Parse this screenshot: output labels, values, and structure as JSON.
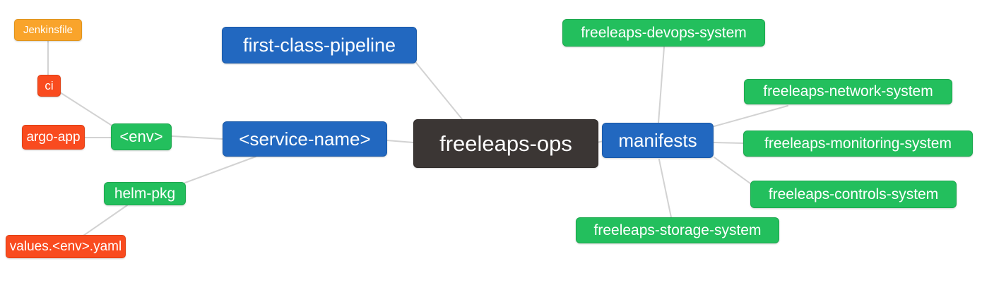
{
  "diagram": {
    "type": "mindmap",
    "root_node": "freeleaps-ops"
  },
  "colors": {
    "branch_blue": "#2268c0",
    "leaf_green": "#23bf5d",
    "leaf_red": "#f94b1f",
    "leaf_orange": "#f9a42b",
    "root_dark": "#3b3634",
    "connector_gray": "#d2d2d2",
    "node_text": "#ffffff",
    "background": "#ffffff"
  },
  "nodes": {
    "root": {
      "label": "freeleaps-ops"
    },
    "pipeline": {
      "label": "first-class-pipeline"
    },
    "service": {
      "label": "<service-name>"
    },
    "manifests": {
      "label": "manifests"
    },
    "env": {
      "label": "<env>"
    },
    "helm_pkg": {
      "label": "helm-pkg"
    },
    "ci": {
      "label": "ci"
    },
    "jenkinsfile": {
      "label": "Jenkinsfile"
    },
    "argo_app": {
      "label": "argo-app"
    },
    "values": {
      "label": "values.<env>.yaml"
    },
    "devops": {
      "label": "freeleaps-devops-system"
    },
    "network": {
      "label": "freeleaps-network-system"
    },
    "monitoring": {
      "label": "freeleaps-monitoring-system"
    },
    "controls": {
      "label": "freeleaps-controls-system"
    },
    "storage": {
      "label": "freeleaps-storage-system"
    }
  },
  "edges": [
    {
      "from": "jenkinsfile",
      "to": "ci"
    },
    {
      "from": "ci",
      "to": "env"
    },
    {
      "from": "argo_app",
      "to": "env"
    },
    {
      "from": "env",
      "to": "service"
    },
    {
      "from": "service",
      "to": "helm_pkg"
    },
    {
      "from": "helm_pkg",
      "to": "values"
    },
    {
      "from": "pipeline",
      "to": "root"
    },
    {
      "from": "service",
      "to": "root"
    },
    {
      "from": "root",
      "to": "manifests"
    },
    {
      "from": "manifests",
      "to": "devops"
    },
    {
      "from": "manifests",
      "to": "network"
    },
    {
      "from": "manifests",
      "to": "monitoring"
    },
    {
      "from": "manifests",
      "to": "controls"
    },
    {
      "from": "manifests",
      "to": "storage"
    }
  ]
}
